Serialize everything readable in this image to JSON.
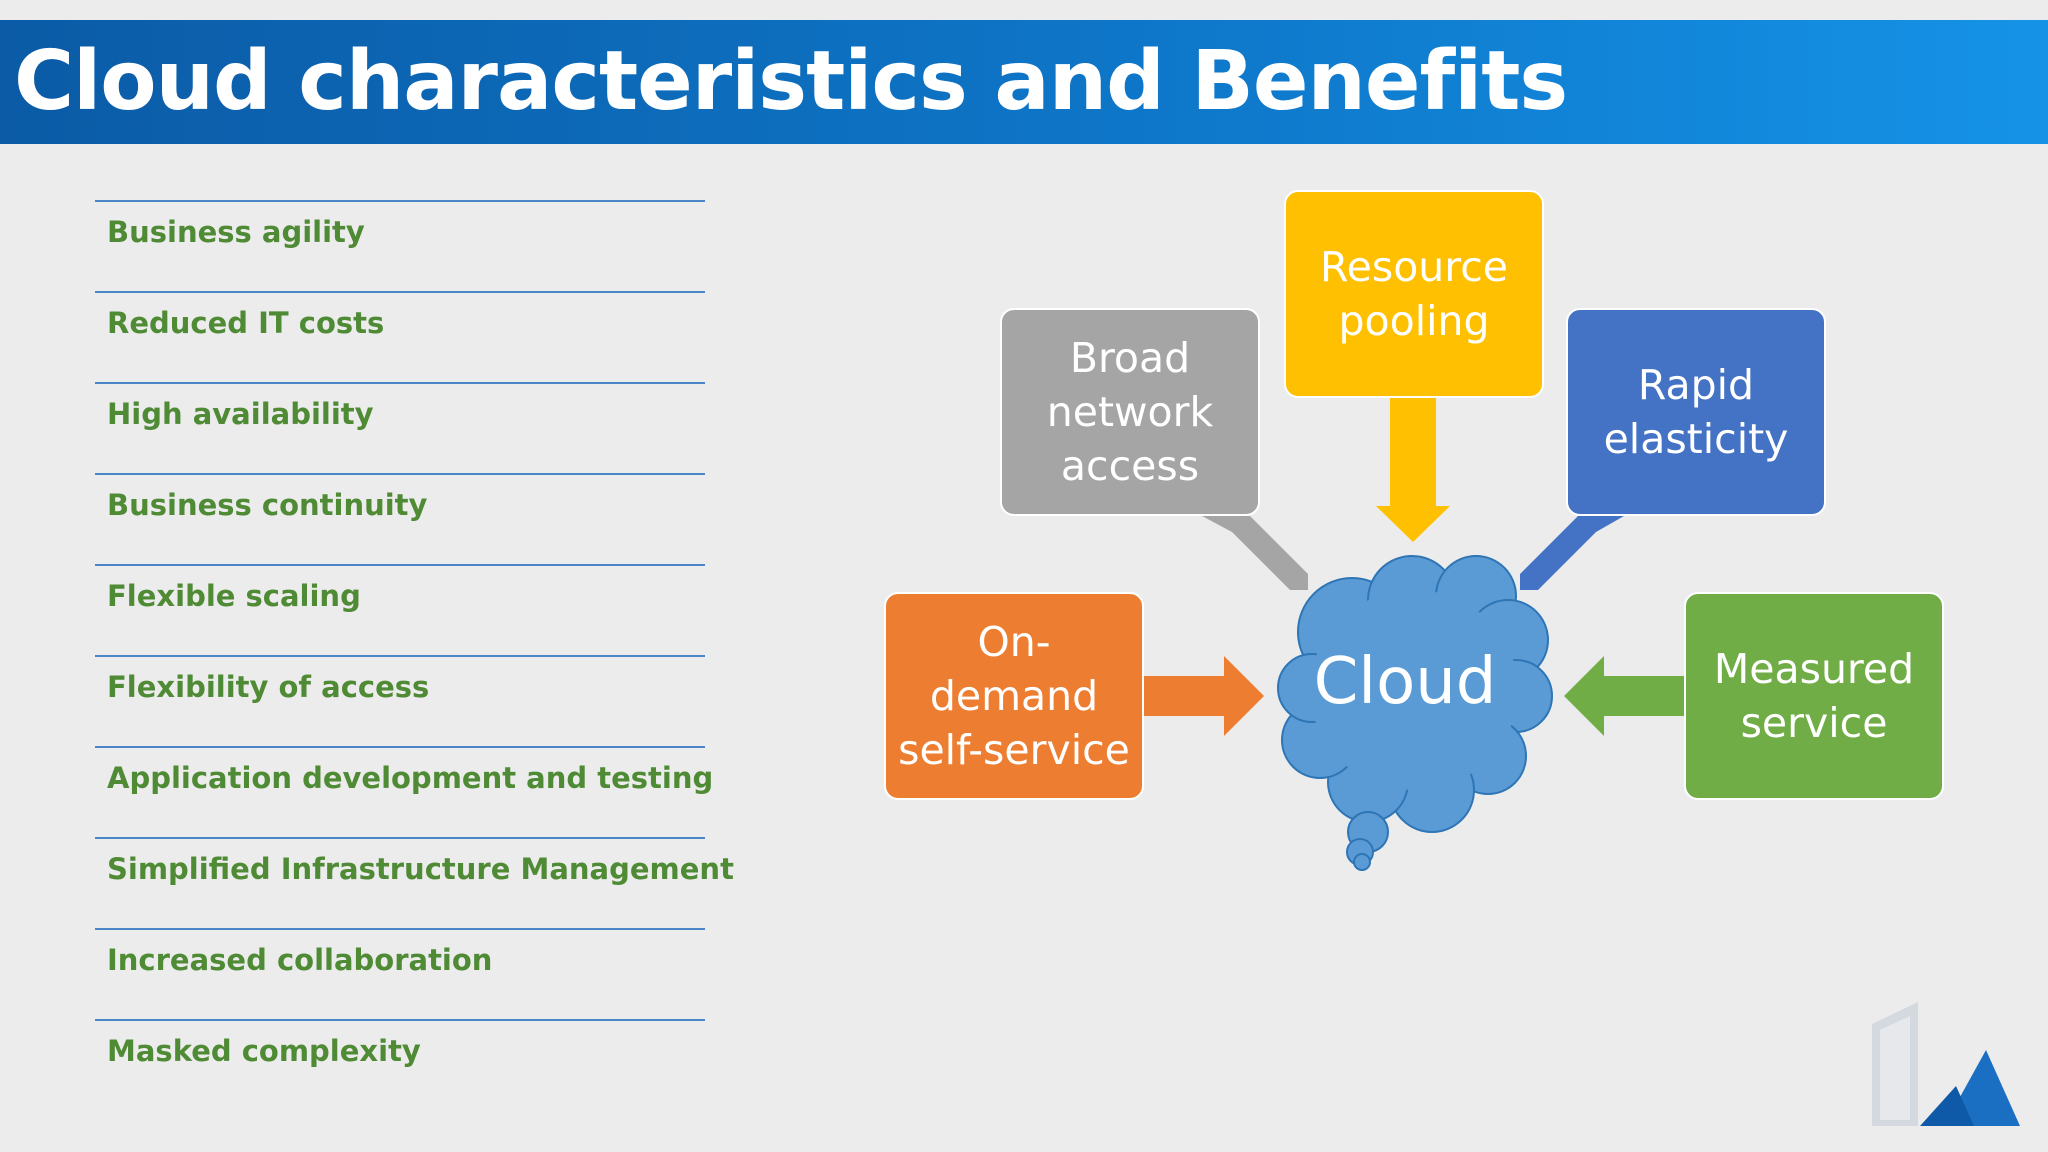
{
  "slide": {
    "title": "Cloud characteristics and Benefits"
  },
  "benefits": [
    "Business agility",
    "Reduced IT costs",
    "High availability",
    "Business continuity",
    "Flexible scaling",
    "Flexibility of access",
    "Application development and testing",
    "Simplified Infrastructure Management",
    "Increased collaboration",
    "Masked complexity"
  ],
  "diagram": {
    "center": "Cloud",
    "characteristics": {
      "broad_network_access": "Broad network access",
      "resource_pooling": "Resource pooling",
      "rapid_elasticity": "Rapid elasticity",
      "on_demand_self_service": "On-demand self-service",
      "measured_service": "Measured service"
    }
  },
  "colors": {
    "title_bar": "#0e76c8",
    "benefit_text": "#4f8a35",
    "divider": "#4a86c8",
    "cloud": "#5b9bd5",
    "gray": "#a5a5a5",
    "yellow": "#fec000",
    "blue": "#4472c4",
    "orange": "#ed7d31",
    "green": "#70ad47"
  },
  "icons": {
    "logo": "azure-logo-icon"
  }
}
